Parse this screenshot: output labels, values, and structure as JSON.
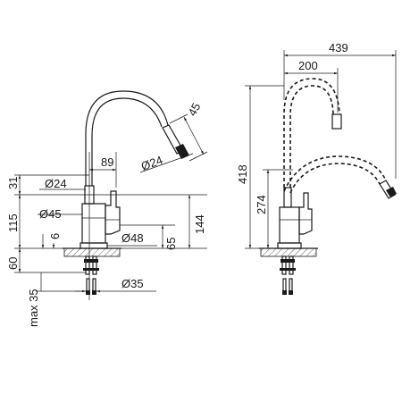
{
  "left_view": {
    "dim_spout_reach": "89",
    "dim_spout_diameter_top": "Ø24",
    "dim_outlet_length": "45",
    "dim_outlet_diameter": "Ø24",
    "dim_top_offset": "31",
    "dim_body_upper_diameter": "Ø24",
    "dim_body_diameter": "Ø45",
    "dim_base_diameter": "Ø48",
    "dim_body_height": "115",
    "dim_lever_offset": "6",
    "dim_lever_height": "65",
    "dim_total_height": "144",
    "dim_below_deck": "60",
    "dim_max_thickness": "max 35",
    "dim_hole_diameter": "Ø35"
  },
  "right_view": {
    "dim_overall_reach": "439",
    "dim_reach_raised": "200",
    "dim_height_raised": "418",
    "dim_height_lowered": "274"
  }
}
